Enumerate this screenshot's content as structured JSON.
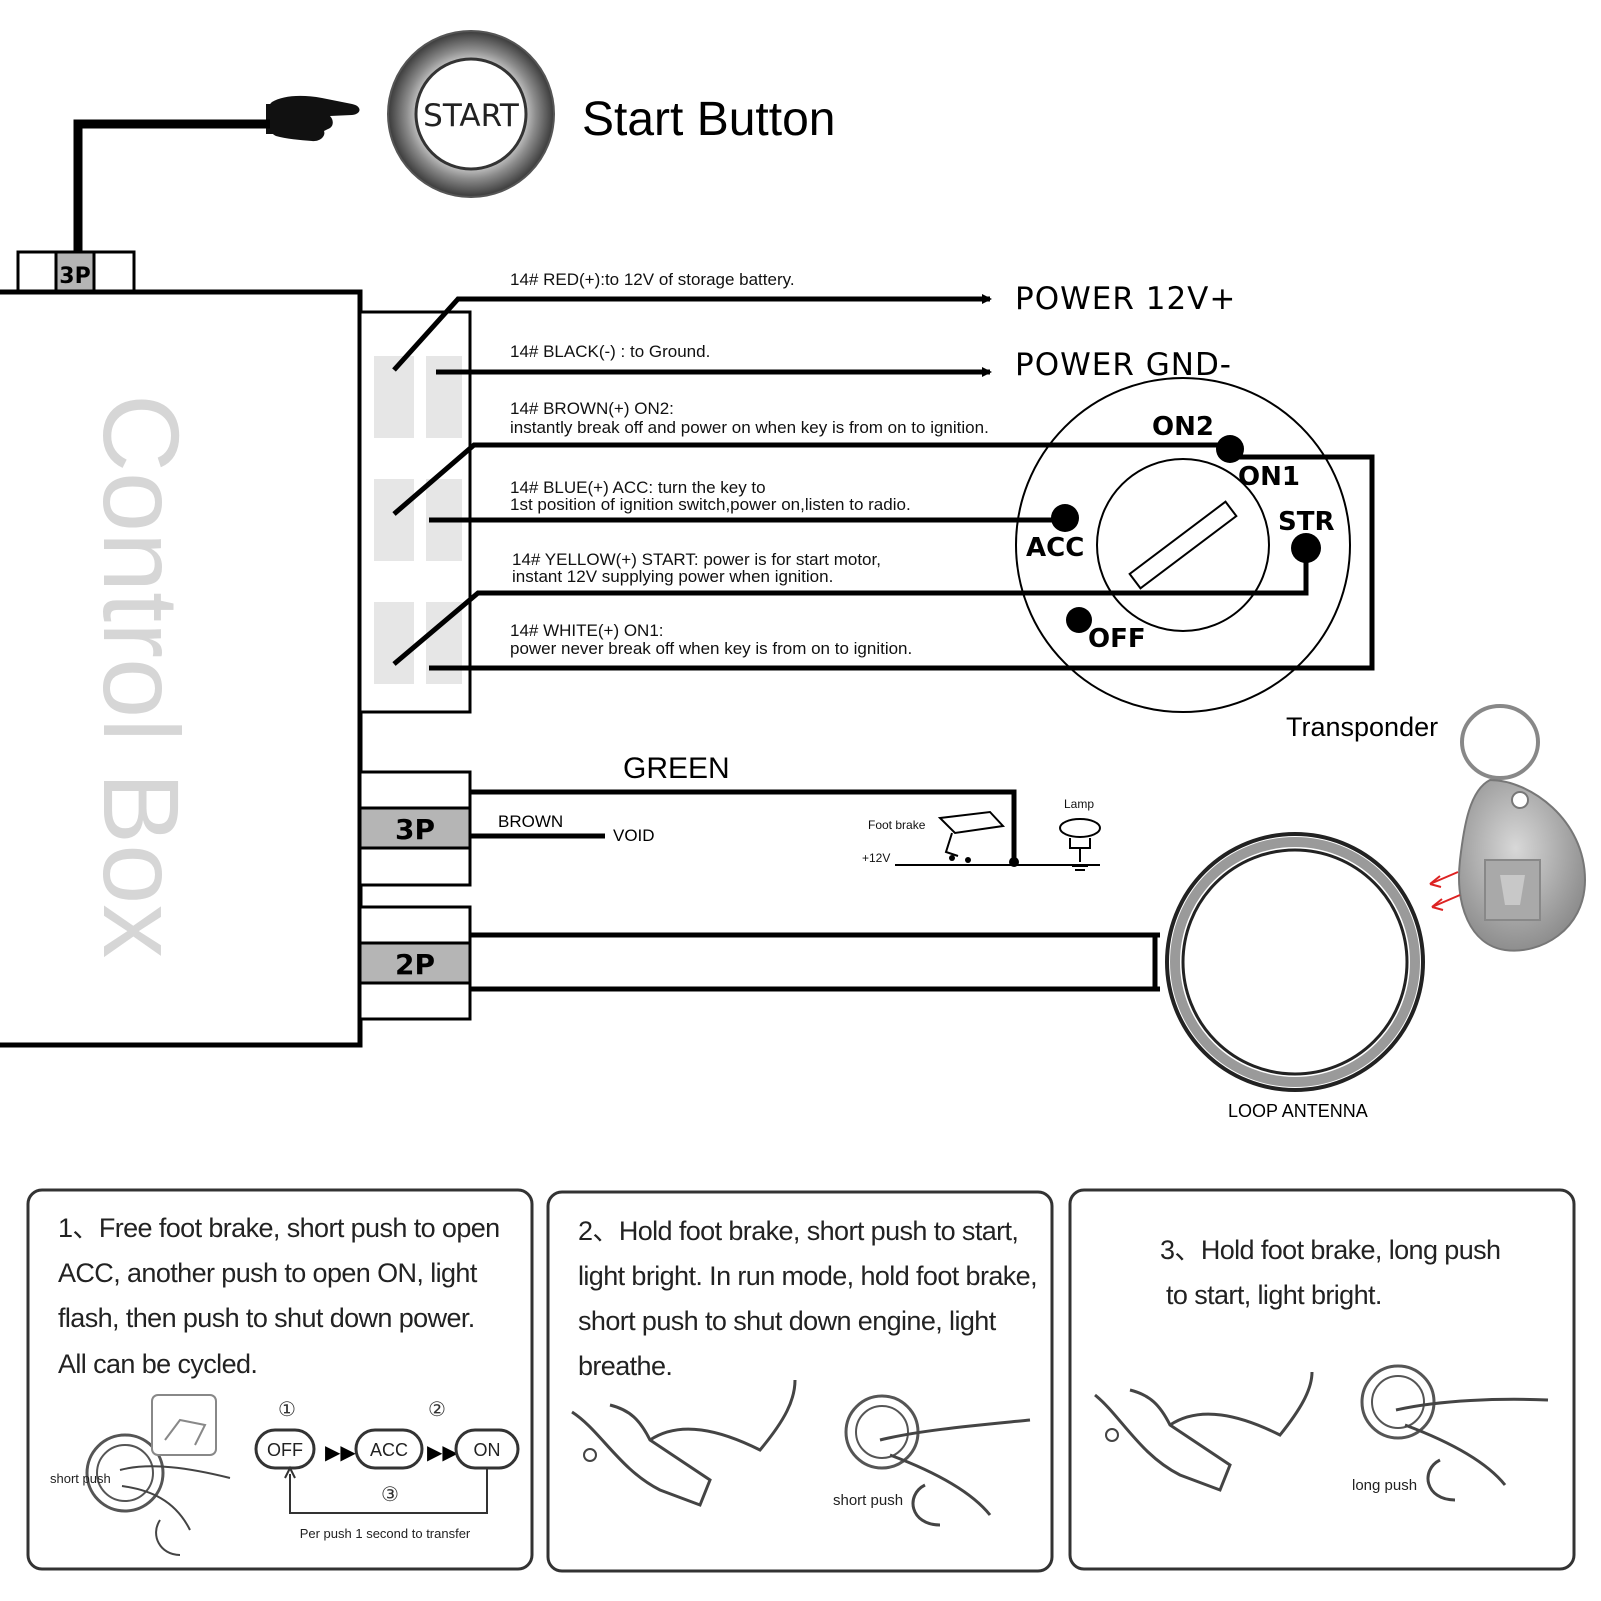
{
  "start_button": {
    "label": "START",
    "title": "Start Button",
    "connector": "3P"
  },
  "control_box": {
    "label": "Control Box"
  },
  "wires": [
    {
      "note": "14# RED(+):to 12V of storage battery.",
      "dest": "POWER 12V+"
    },
    {
      "note": "14# BLACK(-) : to Ground.",
      "dest": "POWER GND-"
    },
    {
      "note1": "14# BROWN(+)    ON2:",
      "note2": "instantly break off and power on when key is from on to  ignition."
    },
    {
      "note1": "14# BLUE(+)    ACC:  turn the key to",
      "note2": "1st position of ignition switch,power on,listen to radio."
    },
    {
      "note1": "14# YELLOW(+)    START:  power is for start motor,",
      "note2": "instant 12V supplying power when ignition."
    },
    {
      "note1": "14# WHITE(+)    ON1:",
      "note2": "power never break off when key is from on to ignition."
    }
  ],
  "ignition_switch": {
    "positions": [
      "ON2",
      "ON1",
      "ACC",
      "STR",
      "OFF"
    ]
  },
  "lower_connectors": {
    "green_label": "GREEN",
    "connector_3p": "3P",
    "brown_label": "BROWN",
    "void_label": "VOID",
    "foot_brake": "Foot brake",
    "plus12v": "+12V",
    "lamp": "Lamp",
    "connector_2p": "2P"
  },
  "transponder": {
    "label": "Transponder"
  },
  "antenna": {
    "label": "LOOP ANTENNA"
  },
  "instructions": [
    {
      "lines": [
        "1、Free foot brake, short push to open",
        "ACC, another push to open ON, light",
        "flash, then push to shut down power.",
        "All can be cycled."
      ],
      "push_label": "short push",
      "flow": [
        "OFF",
        "ACC",
        "ON"
      ],
      "steps": [
        "①",
        "②",
        "③"
      ],
      "note": "Per push 1 second to transfer"
    },
    {
      "lines": [
        "2、Hold foot brake, short push to start,",
        "light bright. In run mode, hold foot brake,",
        "short push to shut down engine, light",
        "breathe."
      ],
      "push_label": "short push"
    },
    {
      "lines": [
        "3、Hold foot brake, long push",
        "to start, light bright."
      ],
      "push_label": "long push"
    }
  ]
}
